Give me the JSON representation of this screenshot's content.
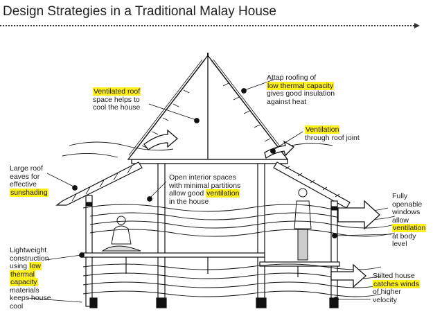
{
  "title": "Design Strategies in a Traditional Malay House",
  "colors": {
    "highlight": "#ffef1a",
    "ink": "#1a1a1a",
    "title_ink": "#222222"
  },
  "labels": {
    "roof_space": {
      "hl": "Ventilated roof",
      "line1": "space helps to",
      "line2": "cool the house"
    },
    "attap": {
      "line1": "Attap roofing of",
      "hl": "low thermal capacity",
      "line2": "gives good insulation",
      "line3": "against heat"
    },
    "roof_joint": {
      "hl": "Ventilation",
      "line1": "through roof joint"
    },
    "eaves": {
      "line1": "Large roof",
      "line2": "eaves for",
      "line3": "effective",
      "hl": "sunshading"
    },
    "interior": {
      "line1": "Open interior spaces",
      "line2": "with minimal partitions",
      "line3_pre": "allow good ",
      "hl": "ventilation",
      "line4": "in the house"
    },
    "windows": {
      "line1": "Fully",
      "line2": "openable",
      "line3": "windows",
      "line4": "allow",
      "hl": "ventilation",
      "line5": "at body",
      "line6": "level"
    },
    "lightweight": {
      "line1": "Lightweight",
      "line2": "construction",
      "line3_pre": "using ",
      "hl1": "low",
      "hl2": "thermal",
      "hl3": "capacity",
      "line4": "materials",
      "line5": "keeps house",
      "line6": "cool"
    },
    "stilted": {
      "line1": "Stilted house",
      "hl": "catches winds",
      "line2": "of higher",
      "line3": "velocity"
    }
  }
}
